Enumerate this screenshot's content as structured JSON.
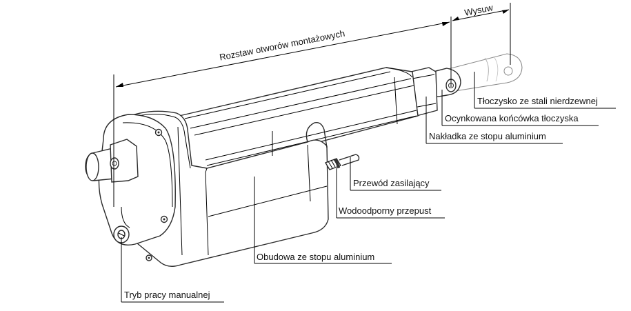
{
  "dimensions": {
    "mounting_spacing": "Rozstaw otworów montażowych",
    "stroke": "Wysuw"
  },
  "labels": {
    "rod": "Tłoczysko ze stali nierdzewnej",
    "rod_end": "Ocynkowana końcówka tłoczyska",
    "cover": "Nakładka ze stopu aluminium",
    "power_cable": "Przewód zasilający",
    "waterproof_gland": "Wodoodporny przepust",
    "housing": "Obudowa ze stopu aluminium",
    "manual_mode": "Tryb pracy manualnej"
  },
  "colors": {
    "line": "#000000",
    "body_fill": "#ffffff",
    "rod_line": "#9a9a9a"
  }
}
